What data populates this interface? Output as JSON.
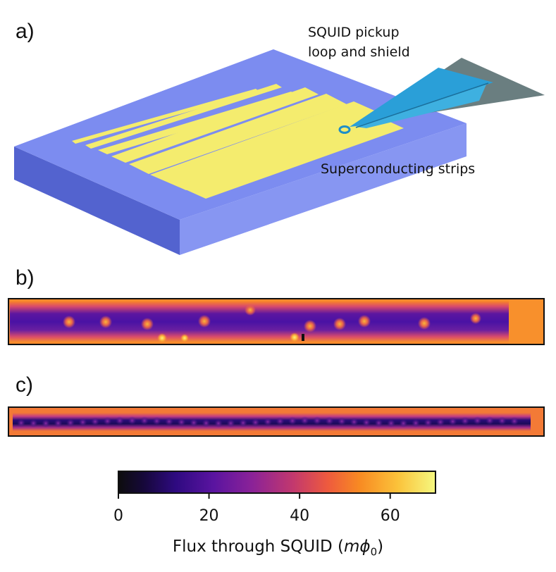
{
  "panels": {
    "a": {
      "label": "a)"
    },
    "b": {
      "label": "b)"
    },
    "c": {
      "label": "c)"
    }
  },
  "annotations": {
    "squid_line1": "SQUID pickup",
    "squid_line2": "loop and shield",
    "strips": "Superconducting strips"
  },
  "colorbar": {
    "ticks": [
      "0",
      "20",
      "40",
      "60"
    ],
    "tick_values": [
      0,
      20,
      40,
      60
    ],
    "range": [
      0,
      70
    ],
    "label_prefix": "Flux through SQUID (",
    "label_math": "mϕ",
    "label_sub": "0",
    "label_suffix": ")",
    "colormap": "plasma-like (black → purple → orange → yellow)"
  },
  "colors": {
    "substrate_top": "#7c8cf0",
    "substrate_side": "#4e5dc8",
    "strip": "#f4ec6e",
    "probe_blue": "#2a9fd8",
    "probe_gray": "#6a7e80"
  }
}
